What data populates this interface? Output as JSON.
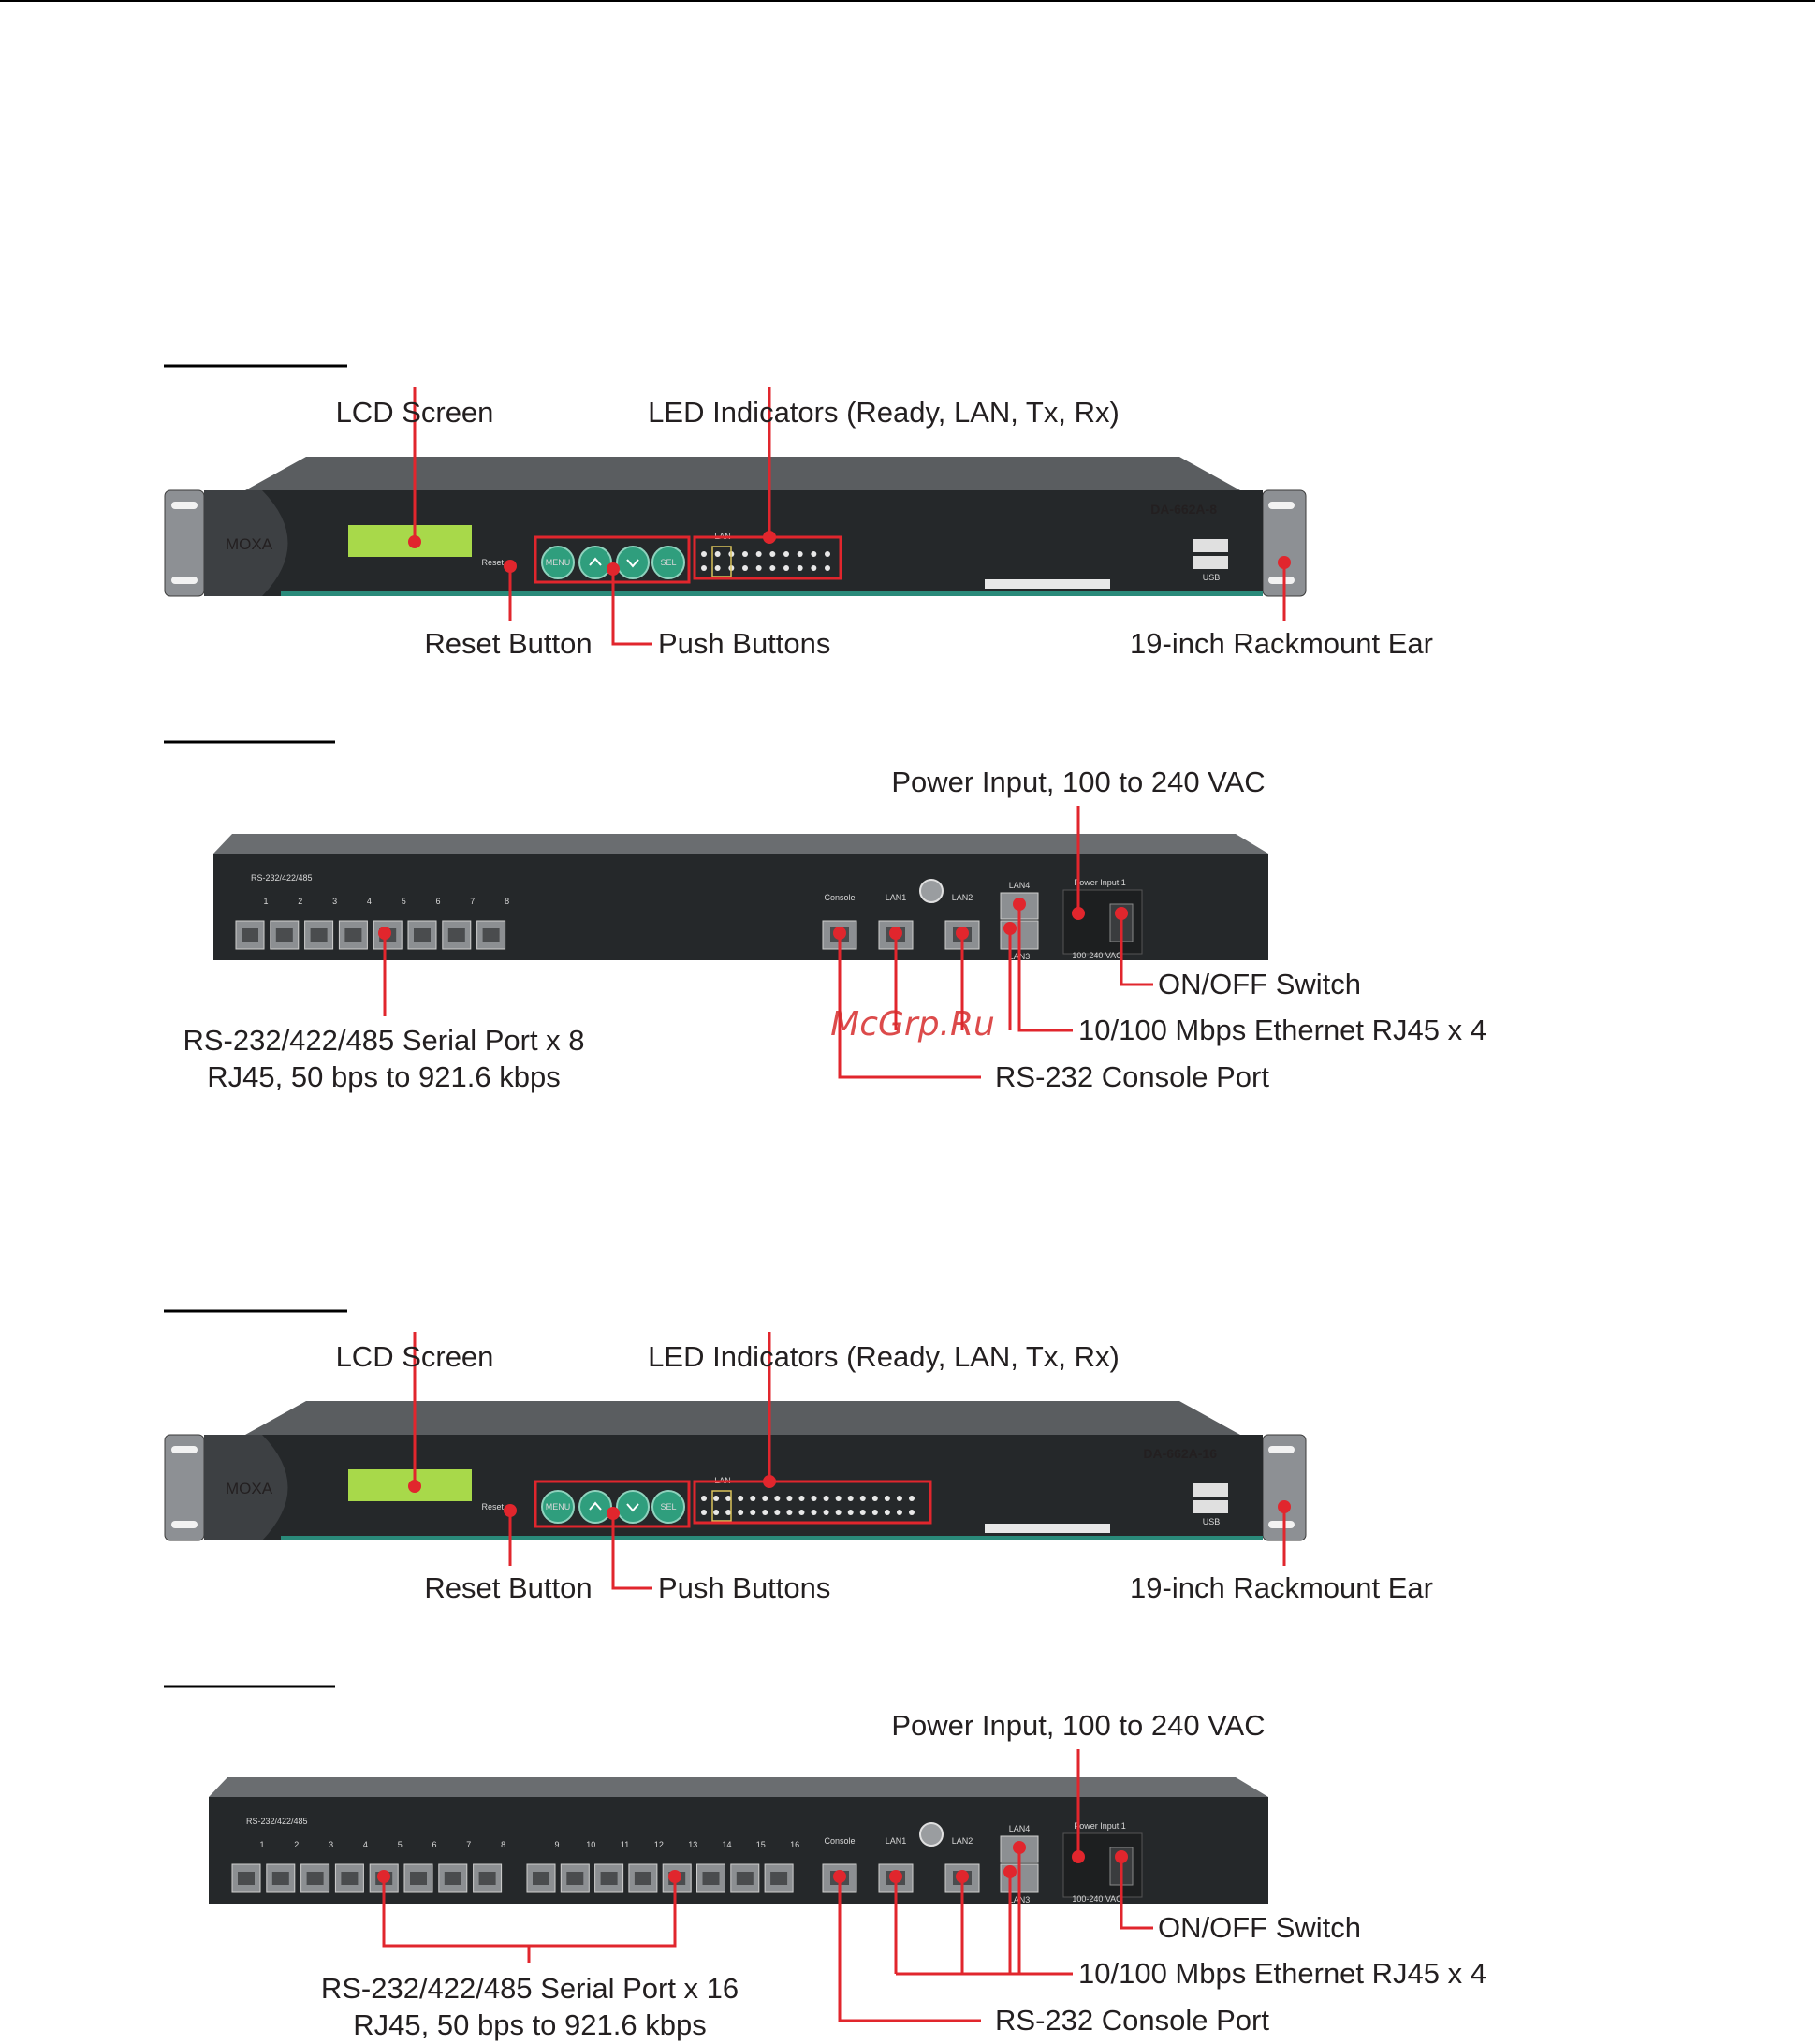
{
  "watermark": "McGrp.Ru",
  "panels": [
    {
      "id": "front-8",
      "model": "DA-662A-8",
      "brand": "MOXA",
      "callouts": {
        "lcd": "LCD Screen",
        "led": "LED Indicators (Ready, LAN, Tx, Rx)",
        "reset": "Reset Button",
        "push": "Push Buttons",
        "ear": "19-inch Rackmount Ear"
      },
      "small": {
        "reset": "Reset",
        "lan": "LAN",
        "usb": "USB"
      },
      "buttons": [
        "MENU",
        "up",
        "down",
        "SEL"
      ],
      "led_count": 8
    },
    {
      "id": "rear-8",
      "port_header": "RS-232/422/485",
      "port_numbers": [
        "1",
        "2",
        "3",
        "4",
        "5",
        "6",
        "7",
        "8"
      ],
      "small": {
        "console": "Console",
        "lan1": "LAN1",
        "lan2": "LAN2",
        "lan3": "LAN3",
        "lan4": "LAN4",
        "power": "Power Input 1",
        "vac": "100-240 VAC"
      },
      "callouts": {
        "power": "Power Input, 100 to 240 VAC",
        "switch": "ON/OFF Switch",
        "ethernet": "10/100 Mbps Ethernet RJ45 x 4",
        "console": "RS-232 Console Port",
        "serial_line1": "RS-232/422/485 Serial Port x 8",
        "serial_line2": "RJ45, 50 bps to 921.6 kbps"
      }
    },
    {
      "id": "front-16",
      "model": "DA-662A-16",
      "brand": "MOXA",
      "callouts": {
        "lcd": "LCD Screen",
        "led": "LED Indicators (Ready, LAN, Tx, Rx)",
        "reset": "Reset Button",
        "push": "Push Buttons",
        "ear": "19-inch Rackmount Ear"
      },
      "small": {
        "reset": "Reset",
        "lan": "LAN",
        "usb": "USB"
      },
      "buttons": [
        "MENU",
        "up",
        "down",
        "SEL"
      ],
      "led_count": 16
    },
    {
      "id": "rear-16",
      "port_header": "RS-232/422/485",
      "port_numbers": [
        "1",
        "2",
        "3",
        "4",
        "5",
        "6",
        "7",
        "8",
        "9",
        "10",
        "11",
        "12",
        "13",
        "14",
        "15",
        "16"
      ],
      "small": {
        "console": "Console",
        "lan1": "LAN1",
        "lan2": "LAN2",
        "lan3": "LAN3",
        "lan4": "LAN4",
        "power": "Power Input 1",
        "vac": "100-240 VAC"
      },
      "callouts": {
        "power": "Power Input, 100 to 240 VAC",
        "switch": "ON/OFF Switch",
        "ethernet": "10/100 Mbps Ethernet RJ45 x 4",
        "console": "RS-232 Console Port",
        "serial_line1": "RS-232/422/485 Serial Port x 16",
        "serial_line2": "RJ45, 50 bps to 921.6 kbps"
      }
    }
  ],
  "colors": {
    "callout": "#e1262d",
    "chassis": "#2b2d2e",
    "lcd": "#a8d94a",
    "button": "#2f9e7d"
  }
}
